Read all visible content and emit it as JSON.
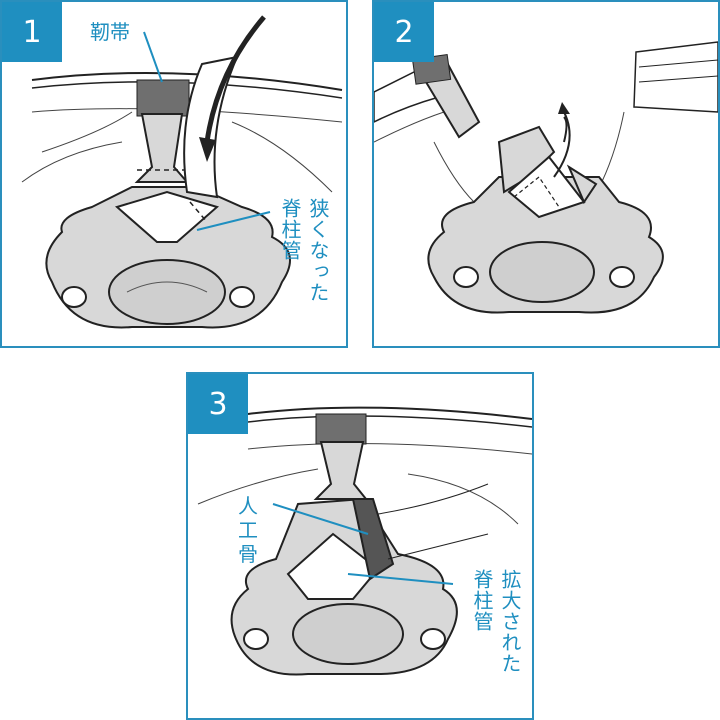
{
  "colors": {
    "accent": "#1f8fc0",
    "border": "#2a8fbd",
    "bone": "#d8d8d8",
    "ligament": "#6f6f6f",
    "implant": "#555555"
  },
  "panels": [
    {
      "number": "1",
      "labels": {
        "ligament": "靭帯",
        "narrow_canal": "狭くなった",
        "narrow_canal_2": "脊柱管"
      }
    },
    {
      "number": "2"
    },
    {
      "number": "3",
      "labels": {
        "artificial_bone": "人工骨",
        "enlarged_canal": "拡大された",
        "enlarged_canal_2": "脊柱管"
      }
    }
  ]
}
